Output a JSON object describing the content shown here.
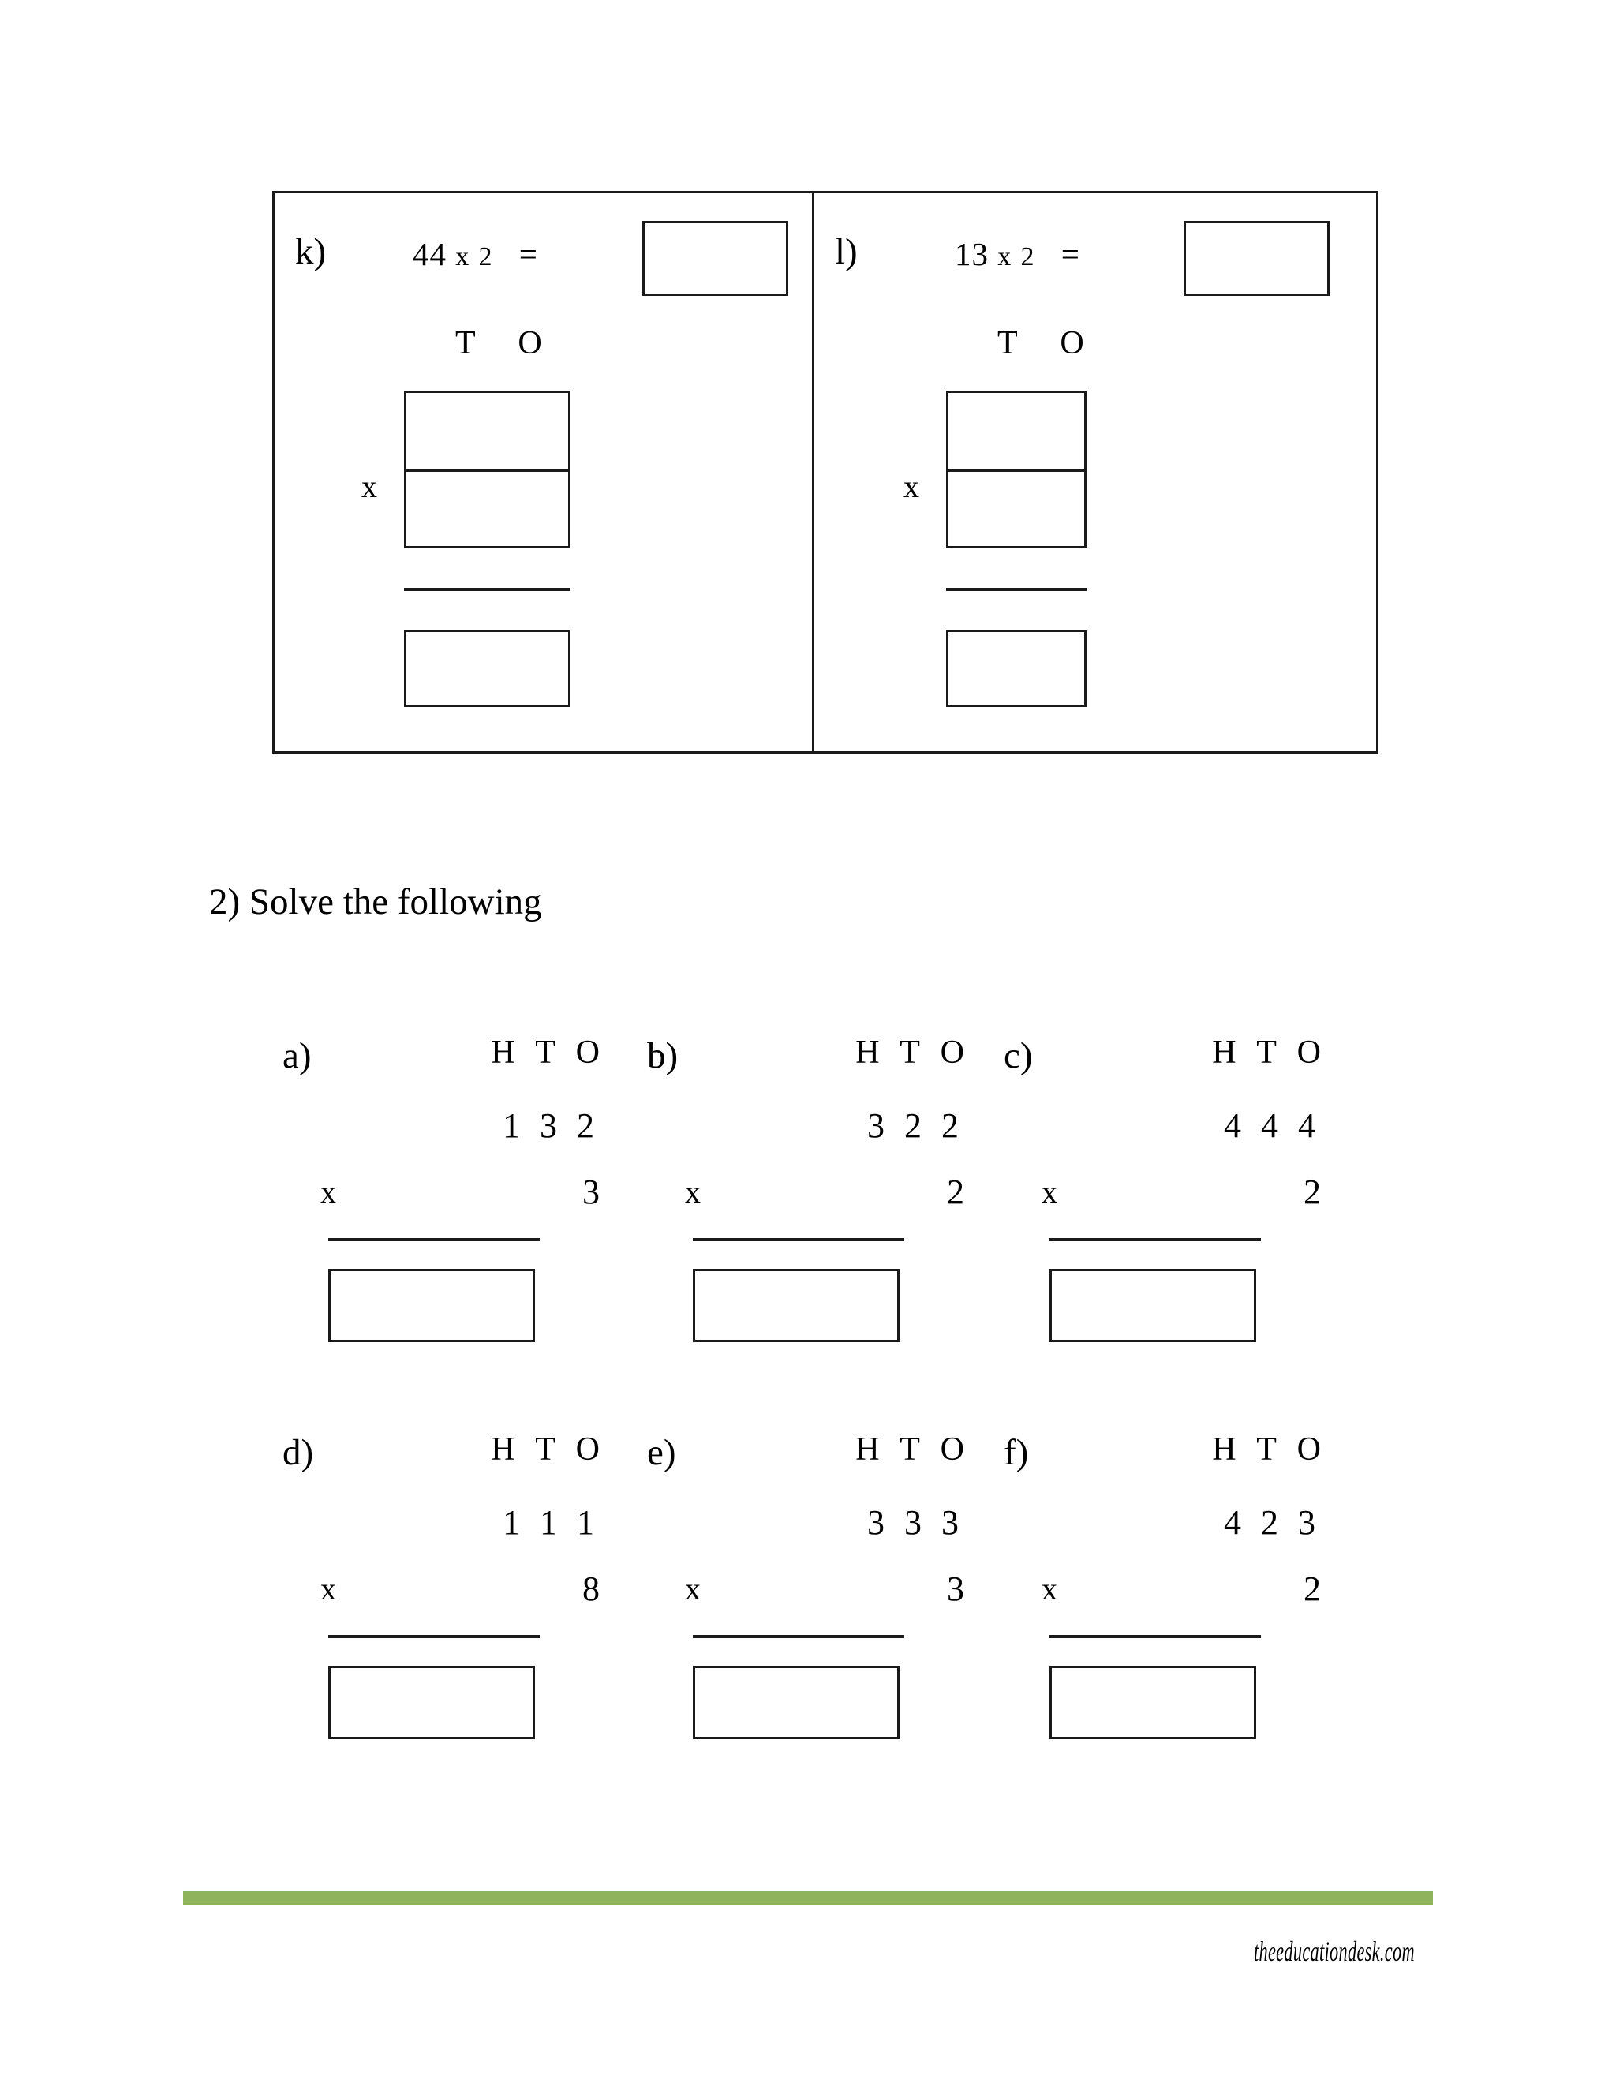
{
  "worksheet": {
    "topic": "multiplication-worksheet"
  },
  "top_table": {
    "panels": [
      {
        "label": "k)",
        "equation_a": "44",
        "equation_op": "x",
        "equation_b": "2",
        "equation_eq": "=",
        "equation_text": "44 x 2  =",
        "answer_box_value": "",
        "place_value_header": "T O",
        "multiplier_sign": "x",
        "grid_row1_value": "",
        "grid_row2_value": "",
        "result_box_value": ""
      },
      {
        "label": "l)",
        "equation_a": "13",
        "equation_op": "x",
        "equation_b": "2",
        "equation_eq": "=",
        "equation_text": "13 x 2  =",
        "answer_box_value": "",
        "place_value_header": "T O",
        "multiplier_sign": "x",
        "grid_row1_value": "",
        "grid_row2_value": "",
        "result_box_value": ""
      }
    ]
  },
  "question2": {
    "heading": "2) Solve the following",
    "problems": [
      {
        "label": "a)",
        "place_value_header": "H T O",
        "top_number": "1 3 2",
        "multiplier_sign": "x",
        "multiplier": "3",
        "answer_box_value": ""
      },
      {
        "label": "b)",
        "place_value_header": "H T O",
        "top_number": "3 2 2",
        "multiplier_sign": "x",
        "multiplier": "2",
        "answer_box_value": ""
      },
      {
        "label": "c)",
        "place_value_header": "H T O",
        "top_number": "4 4 4",
        "multiplier_sign": "x",
        "multiplier": "2",
        "answer_box_value": ""
      },
      {
        "label": "d)",
        "place_value_header": "H T O",
        "top_number": "1 1 1",
        "multiplier_sign": "x",
        "multiplier": "8",
        "answer_box_value": ""
      },
      {
        "label": "e)",
        "place_value_header": "H T O",
        "top_number": "3 3 3",
        "multiplier_sign": "x",
        "multiplier": "3",
        "answer_box_value": ""
      },
      {
        "label": "f)",
        "place_value_header": "H T O",
        "top_number": "4 2 3",
        "multiplier_sign": "x",
        "multiplier": "2",
        "answer_box_value": ""
      }
    ]
  },
  "footer": {
    "credit": "theeducationdesk.com",
    "bar_color": "#8fb35c"
  }
}
